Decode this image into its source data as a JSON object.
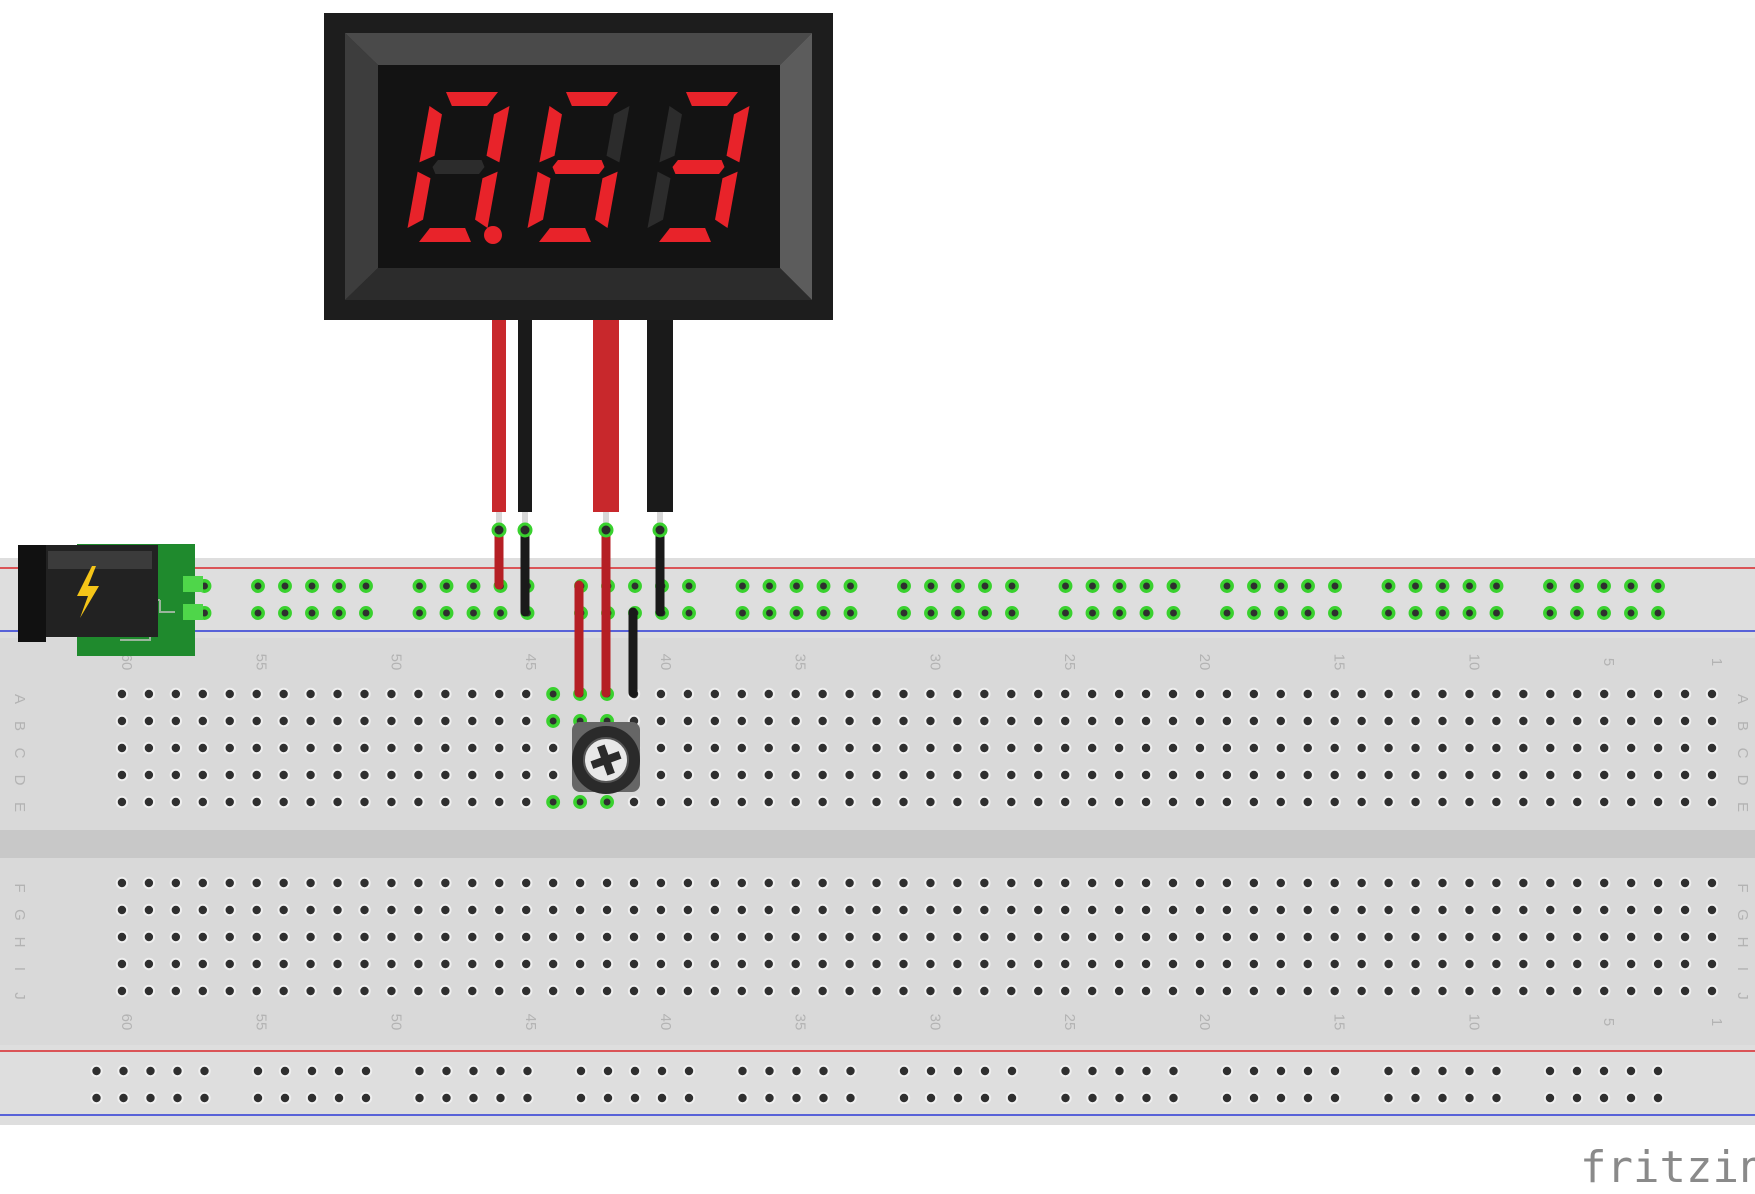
{
  "app": {
    "name": "Fritzing",
    "brand_text": "fritzing"
  },
  "voltmeter": {
    "reading": "0.63",
    "digit_color": "#e8232a",
    "unlit_color": "#2c2c2c",
    "leads": [
      "red",
      "black",
      "red",
      "black"
    ]
  },
  "power_jack": {
    "icon": "lightning-bolt-icon",
    "bolt_color": "#f5c518",
    "board_color": "#1f8a2d"
  },
  "potentiometer": {
    "icon": "trimmer-knob-icon"
  },
  "breadboard": {
    "columns": 60,
    "rows_top": [
      "A",
      "B",
      "C",
      "D",
      "E"
    ],
    "rows_bottom": [
      "F",
      "G",
      "H",
      "I",
      "J"
    ],
    "column_numbers": [
      "1",
      "5",
      "10",
      "15",
      "20",
      "25",
      "30",
      "35",
      "40",
      "45",
      "50",
      "55",
      "60"
    ],
    "rail_colors": {
      "positive": "#d9262a",
      "negative": "#2b39d6"
    },
    "connected_hole_color": "#39d12e"
  }
}
